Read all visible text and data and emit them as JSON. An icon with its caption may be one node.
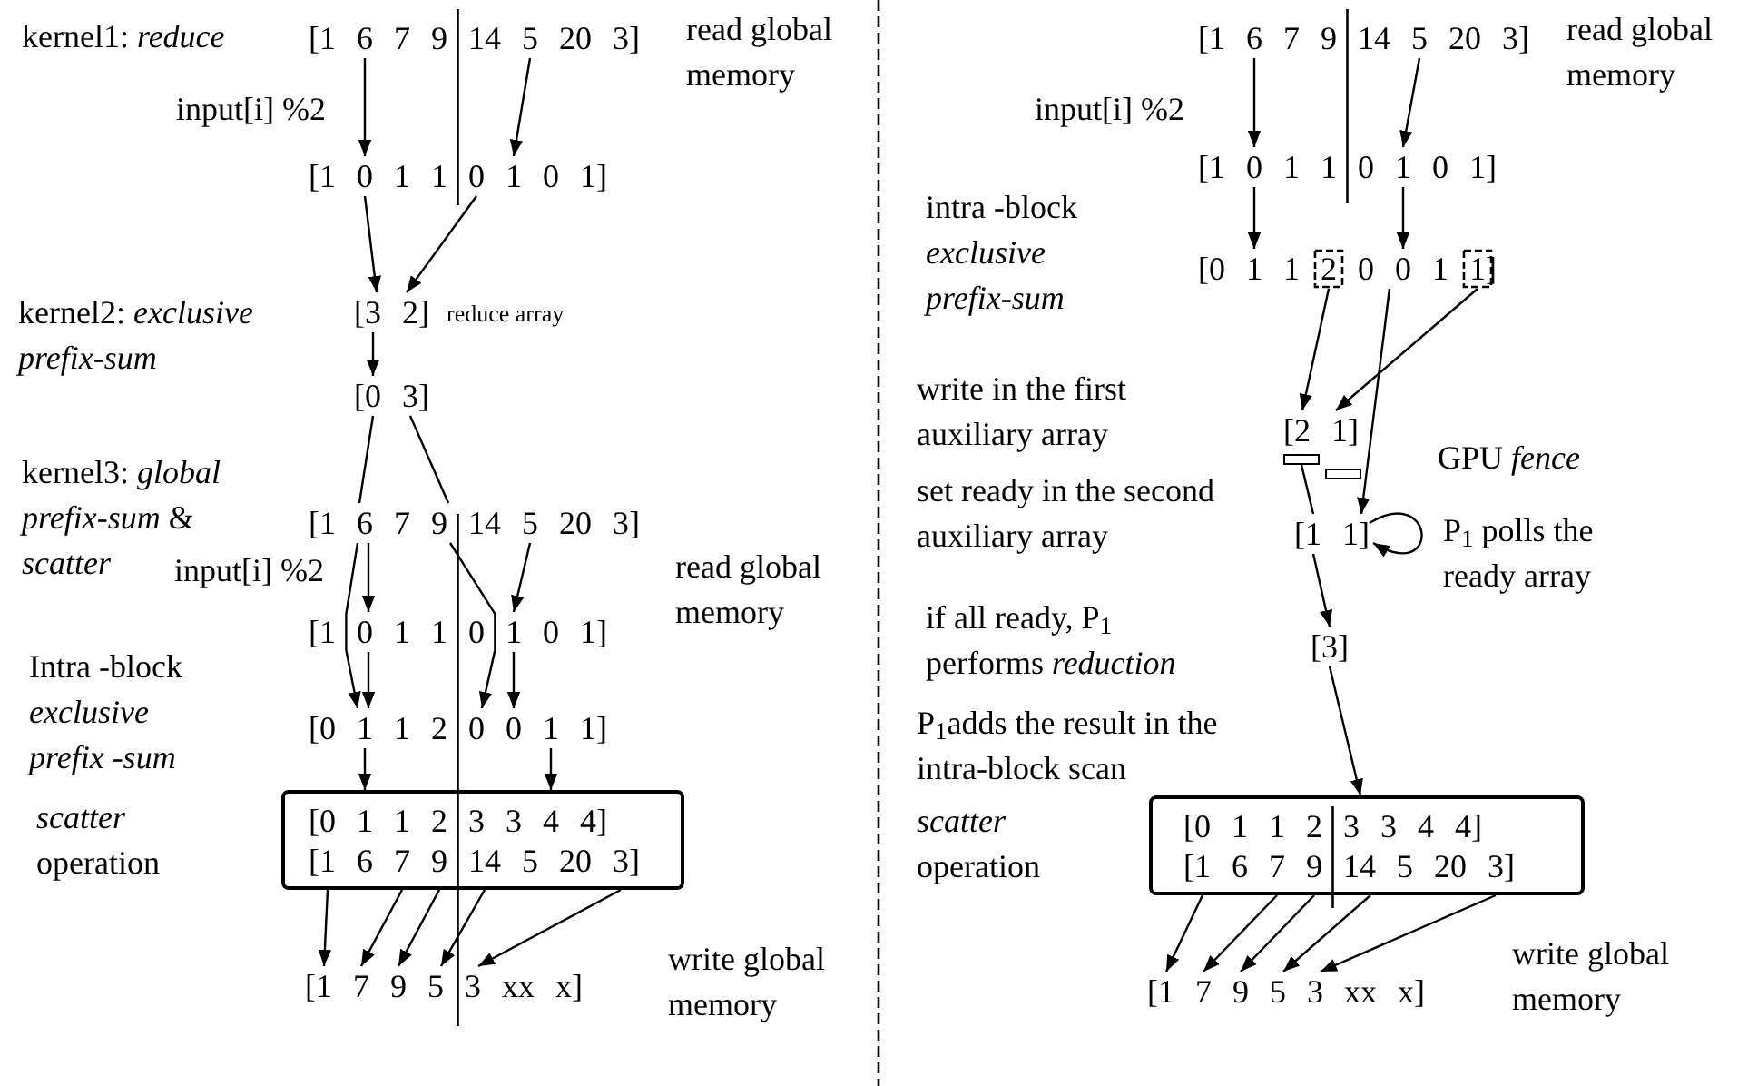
{
  "diagram": {
    "nodes": [
      {
        "text": [
          "[1 6 7 9 14 5 20 3]"
        ]
      },
      {
        "text": [
          "[1 0 1 1 0 1 0 1]"
        ]
      },
      {
        "text": [
          "[3 2]"
        ],
        "beside": [
          "reduce array"
        ]
      },
      {
        "text": [
          "[0 3]"
        ]
      },
      {
        "text": [
          "[1 6 7 9 14 5 20 3]"
        ]
      },
      {
        "text": [
          "[1 0 1 1 0 1 0 1]"
        ]
      },
      {
        "text": [
          "[0 1 1 2 0 0 1 1]"
        ]
      },
      {
        "text": [],
        "shape": "box"
      },
      {
        "text": [
          "[0 1 1 2 3 3 4 4]"
        ],
        "in": 7
      },
      {
        "text": [
          "[1 6 7 9 14 5 20 3]"
        ],
        "in": 7
      },
      {
        "text": [
          "[1 7 9 5 3 xx x]"
        ]
      },
      {
        "text": [
          "[1 6 7 9 14 5 20 3]"
        ]
      },
      {
        "text": [
          "[1 0 1 1 0 1 0 1]"
        ]
      },
      {
        "text": [
          "[0 1 1 2 0 0 1 1]"
        ]
      },
      {
        "text": [
          "[2 1]"
        ]
      },
      {
        "text": [],
        "shape": "bar"
      },
      {
        "text": [],
        "shape": "bar"
      },
      {
        "text": [
          "[1 1]"
        ]
      },
      {
        "text": [
          "[3]"
        ]
      },
      {
        "text": [],
        "shape": "box"
      },
      {
        "text": [
          "[0 1 1 2 3 3 4 4]"
        ],
        "in": 19
      },
      {
        "text": [
          "[1 6 7 9 14 5 20 3]"
        ],
        "in": 19
      },
      {
        "text": [
          "[1 7 9 5 3 xx x]"
        ]
      }
    ],
    "edges": [
      {
        "from": 0,
        "to": 1,
        "arrow": "to"
      },
      {
        "from": 0,
        "to": 1,
        "arrow": "to"
      },
      {
        "from": 1,
        "to": 2,
        "arrow": "to"
      },
      {
        "from": 1,
        "to": 2,
        "arrow": "to"
      },
      {
        "from": 2,
        "to": 3,
        "arrow": "to"
      },
      {
        "from": 3,
        "to": 4,
        "arrow": "none"
      },
      {
        "from": 3,
        "to": 4,
        "arrow": "none"
      },
      {
        "from": 4,
        "to": 6,
        "arrow": "to"
      },
      {
        "from": 4,
        "to": 6,
        "arrow": "to"
      },
      {
        "from": 4,
        "to": 5,
        "arrow": "to"
      },
      {
        "from": 4,
        "to": 5,
        "arrow": "to"
      },
      {
        "from": 5,
        "to": 6,
        "arrow": "to"
      },
      {
        "from": 5,
        "to": 6,
        "arrow": "to"
      },
      {
        "from": 6,
        "to": 7,
        "arrow": "to"
      },
      {
        "from": 6,
        "to": 7,
        "arrow": "to"
      },
      {
        "from": 7,
        "to": 10,
        "arrow": "to"
      },
      {
        "from": 7,
        "to": 10,
        "arrow": "to"
      },
      {
        "from": 7,
        "to": 10,
        "arrow": "to"
      },
      {
        "from": 7,
        "to": 10,
        "arrow": "to"
      },
      {
        "from": 7,
        "to": 10,
        "arrow": "to"
      },
      {
        "from": 11,
        "to": 12,
        "arrow": "to"
      },
      {
        "from": 11,
        "to": 12,
        "arrow": "to"
      },
      {
        "from": 12,
        "to": 13,
        "arrow": "to"
      },
      {
        "from": 12,
        "to": 13,
        "arrow": "to"
      },
      {
        "from": 13,
        "to": 14,
        "arrow": "to"
      },
      {
        "from": 13,
        "to": 14,
        "arrow": "to"
      },
      {
        "from": 13,
        "to": 17,
        "arrow": "to"
      },
      {
        "from": 15,
        "to": 17,
        "arrow": "none"
      },
      {
        "from": 17,
        "to": 17,
        "arrow": "to"
      },
      {
        "from": 17,
        "to": 18,
        "arrow": "to"
      },
      {
        "from": 18,
        "to": 19,
        "arrow": "to"
      },
      {
        "from": 19,
        "to": 22,
        "arrow": "to"
      },
      {
        "from": 19,
        "to": 22,
        "arrow": "to"
      },
      {
        "from": 19,
        "to": 22,
        "arrow": "to"
      },
      {
        "from": 19,
        "to": 22,
        "arrow": "to"
      },
      {
        "from": 19,
        "to": 22,
        "arrow": "to"
      }
    ],
    "labels": [
      "kernel1: *reduce*",
      "read global memory",
      "input[i] %2",
      "kernel2: *exclusive prefix*-*sum*",
      "kernel3: *global prefix*-*sum* & *scatter*",
      "input[i] %2",
      "read global memory",
      "Intra -block *exclusive prefix -sum*",
      "*scatter* operation",
      "write global memory",
      "read global memory",
      "input[i] %2",
      "intra -block *exclusive prefix*-*sum*",
      "write in the first auxiliary array",
      "GPU *fence*",
      "set ready in the second auxiliary array",
      "P$_{1}$ polls the ready array",
      "if all ready, P$_{1}$ performs *reduction*",
      "P$_{1}$adds the result in the intra-block scan",
      "*scatter* operation",
      "write global memory"
    ]
  }
}
